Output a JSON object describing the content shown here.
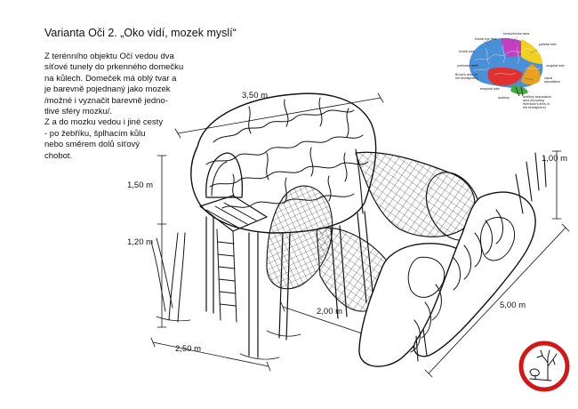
{
  "title": "Varianta Oči 2. „Oko vidí, mozek myslí“",
  "description": [
    "Z terénního objektu Očí vedou dva",
    "síťové tunely do prkenného domečku",
    "na kůlech. Domeček má oblý tvar a",
    "je barevně pojednaný jako mozek",
    "/možné i vyznačit barevně jedno-",
    "tlivé sféry mozku/.",
    "Z a do mozku vedou i jiné cesty",
    "- po žebříku, šplhacím kůlu",
    "nebo směrem dolů síťový",
    "chobot."
  ],
  "dimensions": {
    "top_width": "3,50 m",
    "upper_height": "1,50 m",
    "lower_height": "1,20 m",
    "middle_length": "2,00 m",
    "front_width": "2,50 m",
    "long_side": "5,00 m",
    "tube_height": "1,00 m"
  },
  "brain_diagram": {
    "labels": {
      "somatosensory": "sensorimotor area",
      "frontal_eye": "frontal eye field",
      "parietal": "parietal lobe",
      "frontal": "frontal lobe",
      "prefrontal": "prefrontal area",
      "broca": "Broca's area (in left hemisphere)",
      "temporal": "temporal lobe",
      "auditory": "auditory",
      "visual": "visual association",
      "association": "auditory association area (including Wernicke's area, in left hemisphere)",
      "occipital": "occipital lobe"
    },
    "colors": {
      "frontal": "#4a8fd8",
      "parietal": "#f0d020",
      "temporal": "#e03030",
      "occipital": "#e8a020",
      "motor": "#c040c0",
      "cerebellum": "#40b040"
    }
  },
  "logo": {
    "ring_color": "#d01818"
  }
}
